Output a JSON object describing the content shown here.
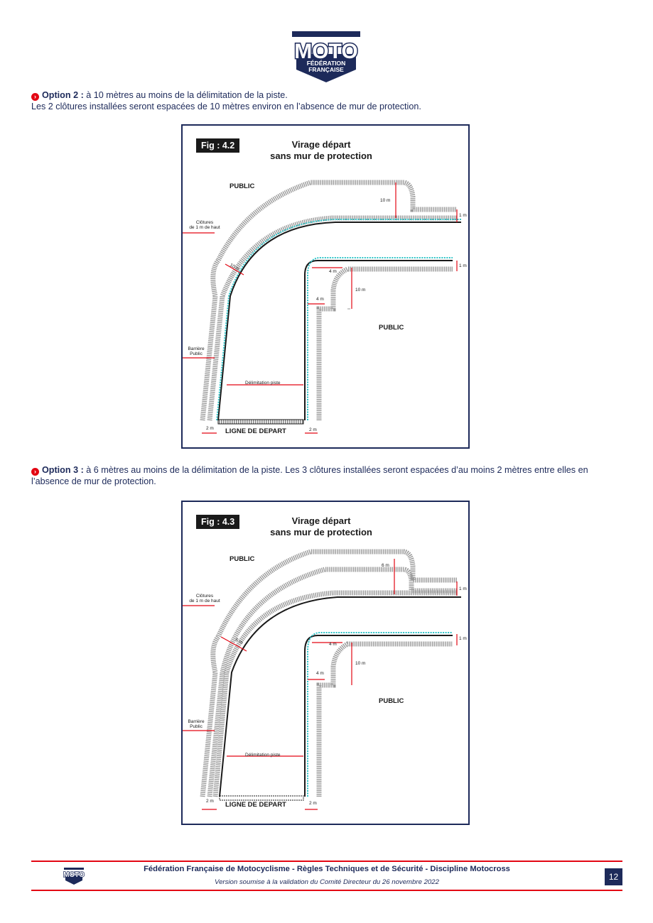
{
  "header": {
    "logo_word": "MOTO",
    "logo_line1": "FÉDÉRATION",
    "logo_line2": "FRANÇAISE"
  },
  "option2": {
    "label": "Option 2 :",
    "text": " à 10 mètres au moins de la délimitation de la piste.",
    "line2": "Les 2 clôtures installées seront espacées de 10 mètres environ en l’absence de mur de protection."
  },
  "option3": {
    "label": "Option 3 :",
    "text": " à 6 mètres au moins de la délimitation de la piste. Les 3 clôtures installées seront espacées d’au moins 2 mètres entre elles en l’absence de mur de protection."
  },
  "fig42": {
    "tag": "Fig : 4.2",
    "title1": "Virage départ",
    "title2": "sans mur de protection",
    "public_top": "PUBLIC",
    "public_right": "PUBLIC",
    "clotures1": "Clôtures",
    "clotures2": "de 1 m de haut",
    "barriere1": "Barrière",
    "barriere2": "Public",
    "dist_curve": "10 m",
    "dist_top": "10 m",
    "one_m_top": "1 m",
    "one_m_right": "1 m",
    "four_m_a": "4 m",
    "four_m_b": "4 m",
    "ten_m_inner": "10 m",
    "delim": "Délimitation piste",
    "two_m_left": "2 m",
    "two_m_right": "2 m",
    "start": "LIGNE DE DEPART"
  },
  "fig43": {
    "tag": "Fig : 4.3",
    "title1": "Virage départ",
    "title2": "sans mur de protection",
    "public_top": "PUBLIC",
    "public_right": "PUBLIC",
    "clotures1": "Clôtures",
    "clotures2": "de 1 m de haut",
    "barriere1": "Barrière",
    "barriere2": "Public",
    "dist_curve": "6 m",
    "dist_top": "6 m",
    "one_m_top": "1 m",
    "one_m_right": "1 m",
    "four_m_a": "4 m",
    "four_m_b": "4 m",
    "ten_m_inner": "10 m",
    "delim": "Délimitation piste",
    "two_m_left": "2 m",
    "two_m_right": "2 m",
    "start": "LIGNE DE DEPART"
  },
  "footer": {
    "title": "Fédération Française de Motocyclisme - Règles Techniques et de Sécurité - Discipline Motocross",
    "subtitle": "Version soumise à la validation du Comité Directeur du 26 novembre 2022",
    "page": "12"
  },
  "colors": {
    "navy": "#1d2a5a",
    "red": "#e30613",
    "cyan": "#2ec4c8",
    "fence_gray": "#9a9a9a"
  }
}
